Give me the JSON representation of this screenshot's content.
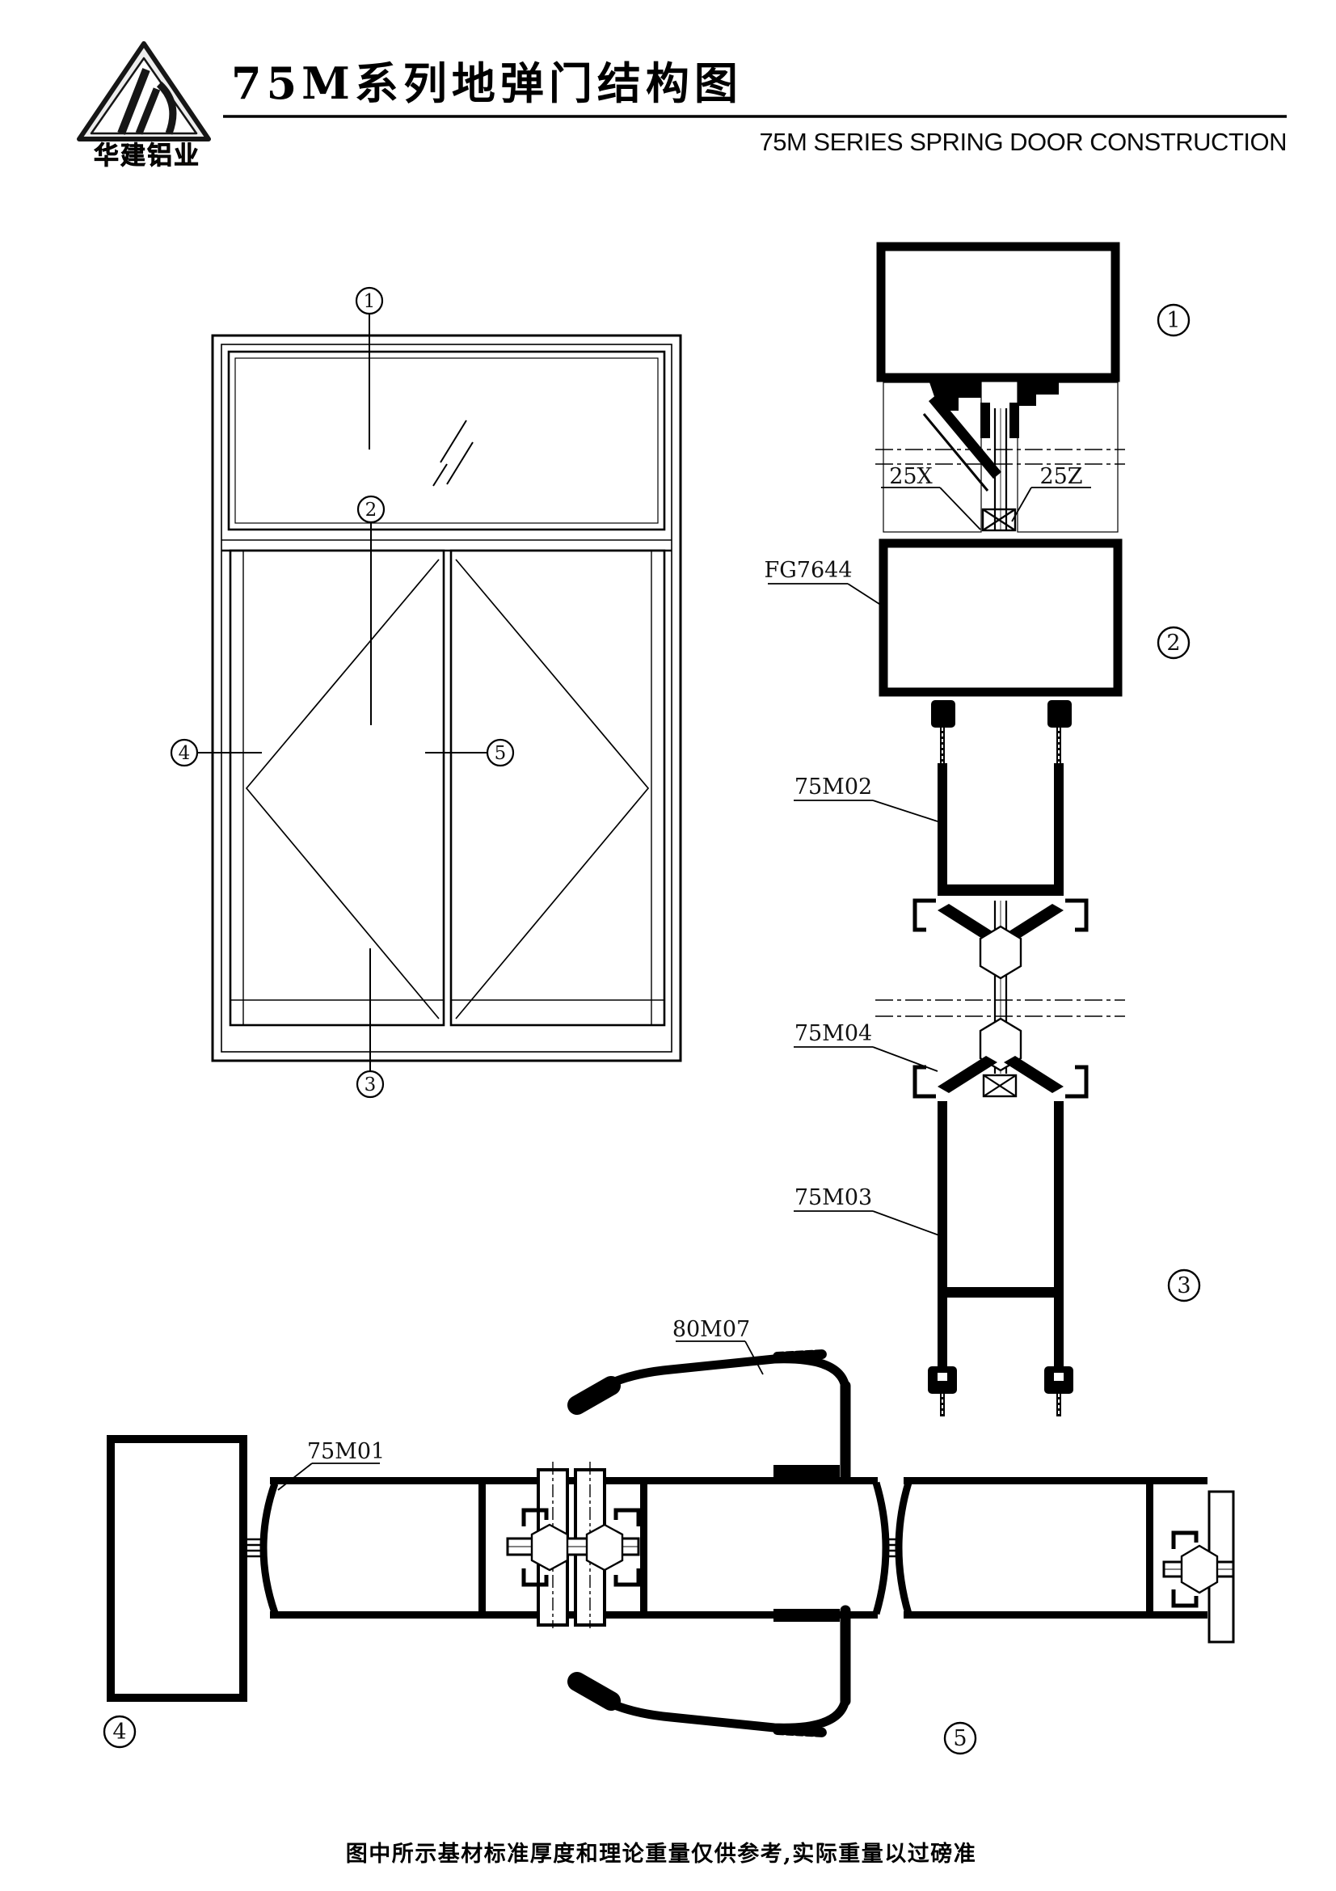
{
  "page": {
    "background": "#ffffff",
    "ink": "#000000"
  },
  "header": {
    "logo": {
      "icon": "triangle-hj-logo",
      "brand_text": "华建铝业",
      "brand_color": "#2a1c06"
    },
    "title_cn": "75M系列地弹门结构图",
    "title_en": "75M SERIES SPRING DOOR CONSTRUCTION"
  },
  "elevation": {
    "description": "front elevation of double spring door with top transom",
    "markers": {
      "k1": "1",
      "k2": "2",
      "k3": "3",
      "k4": "4",
      "k5": "5"
    }
  },
  "vertical_sections": {
    "part_labels": {
      "x25": "25X",
      "z25": "25Z",
      "fg": "FG7644",
      "m02": "75M02",
      "m04": "75M04",
      "m03": "75M03"
    },
    "markers": {
      "k1": "1",
      "k2": "2",
      "k3": "3"
    }
  },
  "horizontal_section": {
    "part_labels": {
      "m07": "80M07",
      "m01": "75M01"
    },
    "markers": {
      "k4": "4",
      "k5": "5"
    }
  },
  "footer": {
    "note": "图中所示基材标准厚度和理论重量仅供参考,实际重量以过磅准"
  }
}
